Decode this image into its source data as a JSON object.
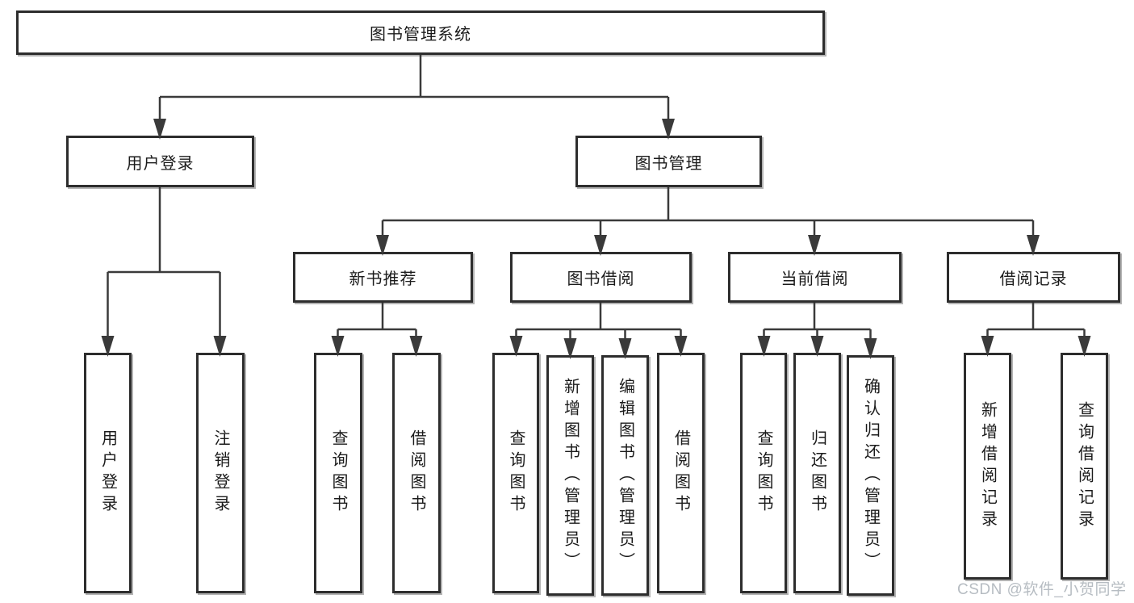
{
  "colors": {
    "line": "#3a3a3a",
    "box_border": "#2d2d2d",
    "text": "#1b1b1b",
    "watermark": "#b6bcc2",
    "background": "#ffffff"
  },
  "tree": {
    "label": "图书管理系统",
    "children": [
      {
        "label": "用户登录",
        "children": [
          {
            "label": "用户登录"
          },
          {
            "label": "注销登录"
          }
        ]
      },
      {
        "label": "图书管理",
        "children": [
          {
            "label": "新书推荐",
            "children": [
              {
                "label": "查询图书"
              },
              {
                "label": "借阅图书"
              }
            ]
          },
          {
            "label": "图书借阅",
            "children": [
              {
                "label": "查询图书"
              },
              {
                "label": "新增图书（管理员）"
              },
              {
                "label": "编辑图书（管理员）"
              },
              {
                "label": "借阅图书"
              }
            ]
          },
          {
            "label": "当前借阅",
            "children": [
              {
                "label": "查询图书"
              },
              {
                "label": "归还图书"
              },
              {
                "label": "确认归还（管理员）"
              }
            ]
          },
          {
            "label": "借阅记录",
            "children": [
              {
                "label": "新增借阅记录"
              },
              {
                "label": "查询借阅记录"
              }
            ]
          }
        ]
      }
    ]
  },
  "watermark": {
    "text": "CSDN @软件_小贺同学"
  }
}
